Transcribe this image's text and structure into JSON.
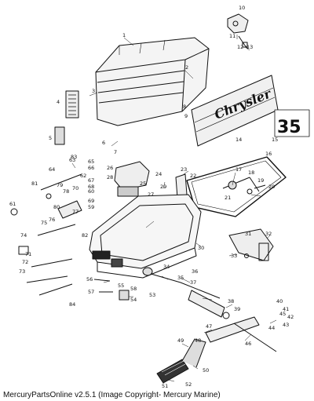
{
  "diagram": {
    "brand_label": "Chrysler",
    "model_label": "35",
    "callouts": [
      {
        "id": "c1",
        "text": "1"
      },
      {
        "id": "c2",
        "text": "2"
      },
      {
        "id": "c3",
        "text": "3"
      },
      {
        "id": "c4",
        "text": "4"
      },
      {
        "id": "c5",
        "text": "5"
      },
      {
        "id": "c6",
        "text": "6"
      },
      {
        "id": "c7",
        "text": "7"
      },
      {
        "id": "c8",
        "text": "8"
      },
      {
        "id": "c9",
        "text": "9"
      },
      {
        "id": "c10",
        "text": "10"
      },
      {
        "id": "c11",
        "text": "11"
      },
      {
        "id": "c12",
        "text": "12"
      },
      {
        "id": "c13",
        "text": "13"
      },
      {
        "id": "c14",
        "text": "14"
      },
      {
        "id": "c15",
        "text": "15"
      },
      {
        "id": "c16",
        "text": "16"
      },
      {
        "id": "c17",
        "text": "17"
      },
      {
        "id": "c18",
        "text": "18"
      },
      {
        "id": "c19",
        "text": "19"
      },
      {
        "id": "c20",
        "text": "20"
      },
      {
        "id": "c21",
        "text": "21"
      },
      {
        "id": "c22",
        "text": "22"
      },
      {
        "id": "c23",
        "text": "23"
      },
      {
        "id": "c24",
        "text": "24"
      },
      {
        "id": "c25",
        "text": "25"
      },
      {
        "id": "c26",
        "text": "26"
      },
      {
        "id": "c27",
        "text": "27"
      },
      {
        "id": "c28",
        "text": "28"
      },
      {
        "id": "c29",
        "text": "29"
      },
      {
        "id": "c30",
        "text": "30"
      },
      {
        "id": "c31",
        "text": "31"
      },
      {
        "id": "c32",
        "text": "32"
      },
      {
        "id": "c33",
        "text": "33"
      },
      {
        "id": "c34",
        "text": "34"
      },
      {
        "id": "c35",
        "text": "35"
      },
      {
        "id": "c36",
        "text": "36"
      },
      {
        "id": "c37",
        "text": "37"
      },
      {
        "id": "c38",
        "text": "38"
      },
      {
        "id": "c39",
        "text": "39"
      },
      {
        "id": "c40",
        "text": "40"
      },
      {
        "id": "c41",
        "text": "41"
      },
      {
        "id": "c42",
        "text": "42"
      },
      {
        "id": "c43",
        "text": "43"
      },
      {
        "id": "c44",
        "text": "44"
      },
      {
        "id": "c45",
        "text": "45"
      },
      {
        "id": "c46",
        "text": "46"
      },
      {
        "id": "c47",
        "text": "47"
      },
      {
        "id": "c48",
        "text": "48"
      },
      {
        "id": "c49",
        "text": "49"
      },
      {
        "id": "c50",
        "text": "50"
      },
      {
        "id": "c51",
        "text": "51"
      },
      {
        "id": "c52",
        "text": "52"
      },
      {
        "id": "c53",
        "text": "53"
      },
      {
        "id": "c54",
        "text": "54"
      },
      {
        "id": "c55",
        "text": "55"
      },
      {
        "id": "c56",
        "text": "56"
      },
      {
        "id": "c57",
        "text": "57"
      },
      {
        "id": "c58",
        "text": "58"
      },
      {
        "id": "c59",
        "text": "59"
      },
      {
        "id": "c60",
        "text": "60"
      },
      {
        "id": "c61",
        "text": "61"
      },
      {
        "id": "c62",
        "text": "62"
      },
      {
        "id": "c63",
        "text": "63"
      },
      {
        "id": "c64",
        "text": "64"
      },
      {
        "id": "c65",
        "text": "65"
      },
      {
        "id": "c66",
        "text": "66"
      },
      {
        "id": "c67",
        "text": "67"
      },
      {
        "id": "c68",
        "text": "68"
      },
      {
        "id": "c69",
        "text": "69"
      },
      {
        "id": "c70",
        "text": "70"
      },
      {
        "id": "c71",
        "text": "71"
      },
      {
        "id": "c72",
        "text": "72"
      },
      {
        "id": "c73",
        "text": "73"
      },
      {
        "id": "c74",
        "text": "74"
      },
      {
        "id": "c75",
        "text": "75"
      },
      {
        "id": "c76",
        "text": "76"
      },
      {
        "id": "c77",
        "text": "77"
      },
      {
        "id": "c78",
        "text": "78"
      },
      {
        "id": "c79",
        "text": "79"
      },
      {
        "id": "c80",
        "text": "80"
      },
      {
        "id": "c81",
        "text": "81"
      },
      {
        "id": "c82",
        "text": "82"
      },
      {
        "id": "c83",
        "text": "83"
      },
      {
        "id": "c84",
        "text": "84"
      }
    ]
  },
  "footer": {
    "caption": "MercuryPartsOnline v2.5.1 (Image Copyright- Mercury Marine)"
  }
}
